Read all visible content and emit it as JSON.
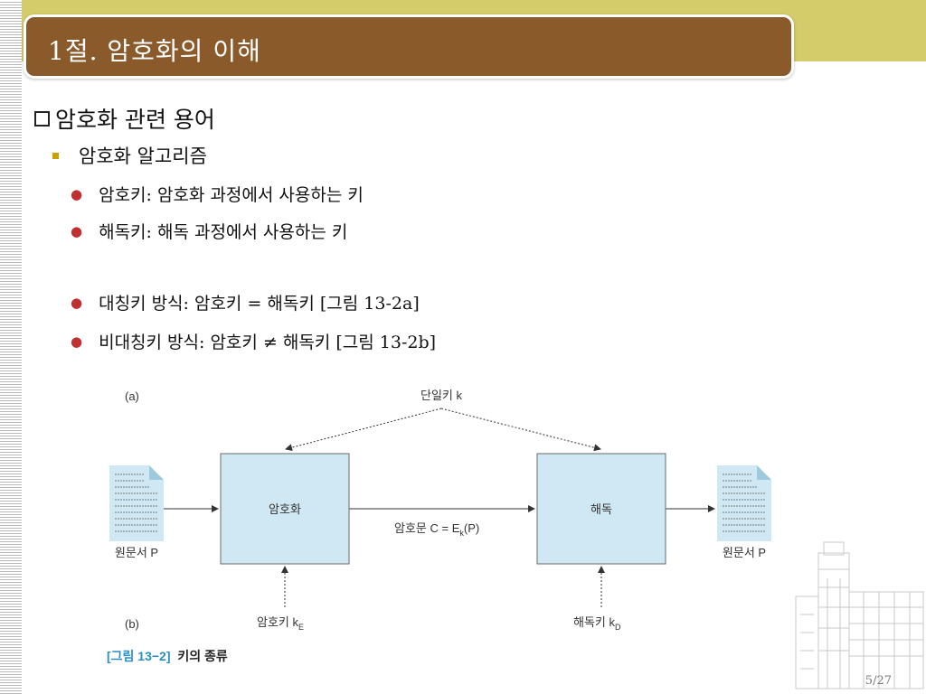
{
  "slide": {
    "title": "1절. 암호화의 이해",
    "heading": "암호화 관련 용어",
    "subheading": "암호화 알고리즘",
    "bullets": [
      "암호키: 암호화 과정에서 사용하는 키",
      "해독키: 해독 과정에서 사용하는 키",
      "대칭키 방식: 암호키 = 해독키 [그림 13-2a]",
      "비대칭키 방식: 암호키 ≠ 해독키 [그림 13-2b]"
    ],
    "page_current": "5",
    "page_sep": "/",
    "page_total": "27"
  },
  "diagram": {
    "label_a": "(a)",
    "label_b": "(b)",
    "single_key": "단일키 k",
    "encrypt": "암호화",
    "decrypt": "해독",
    "plaintext_left": "원문서 P",
    "plaintext_right": "원문서 P",
    "ciphertext_main": "암호문 C = E",
    "ciphertext_sub": "k",
    "ciphertext_tail": "(P)",
    "enc_key": "암호키 k",
    "enc_key_sub": "E",
    "dec_key": "해독키 k",
    "dec_key_sub": "D"
  },
  "caption": {
    "number": "[그림 13−2]",
    "title": "키의 종류"
  },
  "colors": {
    "title_bar": "#8b5a2b",
    "top_band": "#d4cc6a",
    "box_fill": "#cfe8f3",
    "caption_number": "#2a8fc4",
    "bullet_dot": "#c03030",
    "sub_bullet": "#c8a000"
  }
}
